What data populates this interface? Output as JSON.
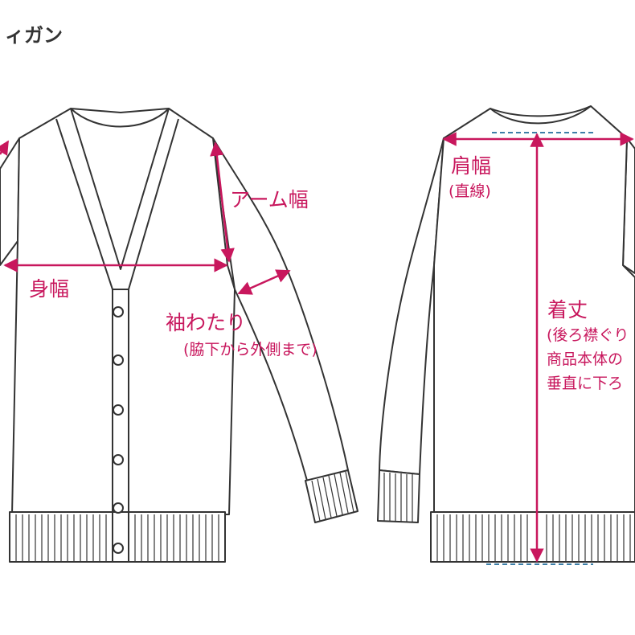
{
  "title": "ィガン",
  "colors": {
    "line": "#333333",
    "measure": "#c8175d",
    "dashed": "#3d7fa8",
    "background": "#ffffff"
  },
  "labels": {
    "arm_width": "アーム幅",
    "body_width": "身幅",
    "sleeve_length": "袖わたり",
    "sleeve_note": "(脇下から外側まで)",
    "shoulder_width": "肩幅",
    "shoulder_note": "(直線)",
    "length": "着丈",
    "length_note_1": "(後ろ襟ぐり",
    "length_note_2": "商品本体の",
    "length_note_3": "垂直に下ろ"
  }
}
